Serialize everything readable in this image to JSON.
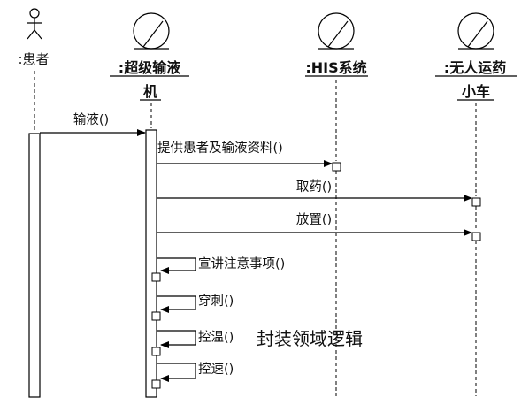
{
  "participants": {
    "patient": {
      "label": ":患者"
    },
    "pump": {
      "label_line1": ":超级输液",
      "label_line2": "机"
    },
    "his": {
      "label": ":HIS系统"
    },
    "cart": {
      "label_line1": ":无人运药",
      "label_line2": "小车"
    }
  },
  "messages": {
    "m1": "输液()",
    "m2": "提供患者及输液资料()",
    "m3": "取药()",
    "m4": "放置()",
    "m5": "宣讲注意事项()",
    "m6": "穿刺()",
    "m7": "控温()",
    "m8": "控速()"
  },
  "note": {
    "text": "封装领域逻辑",
    "color": "#e8141b"
  }
}
